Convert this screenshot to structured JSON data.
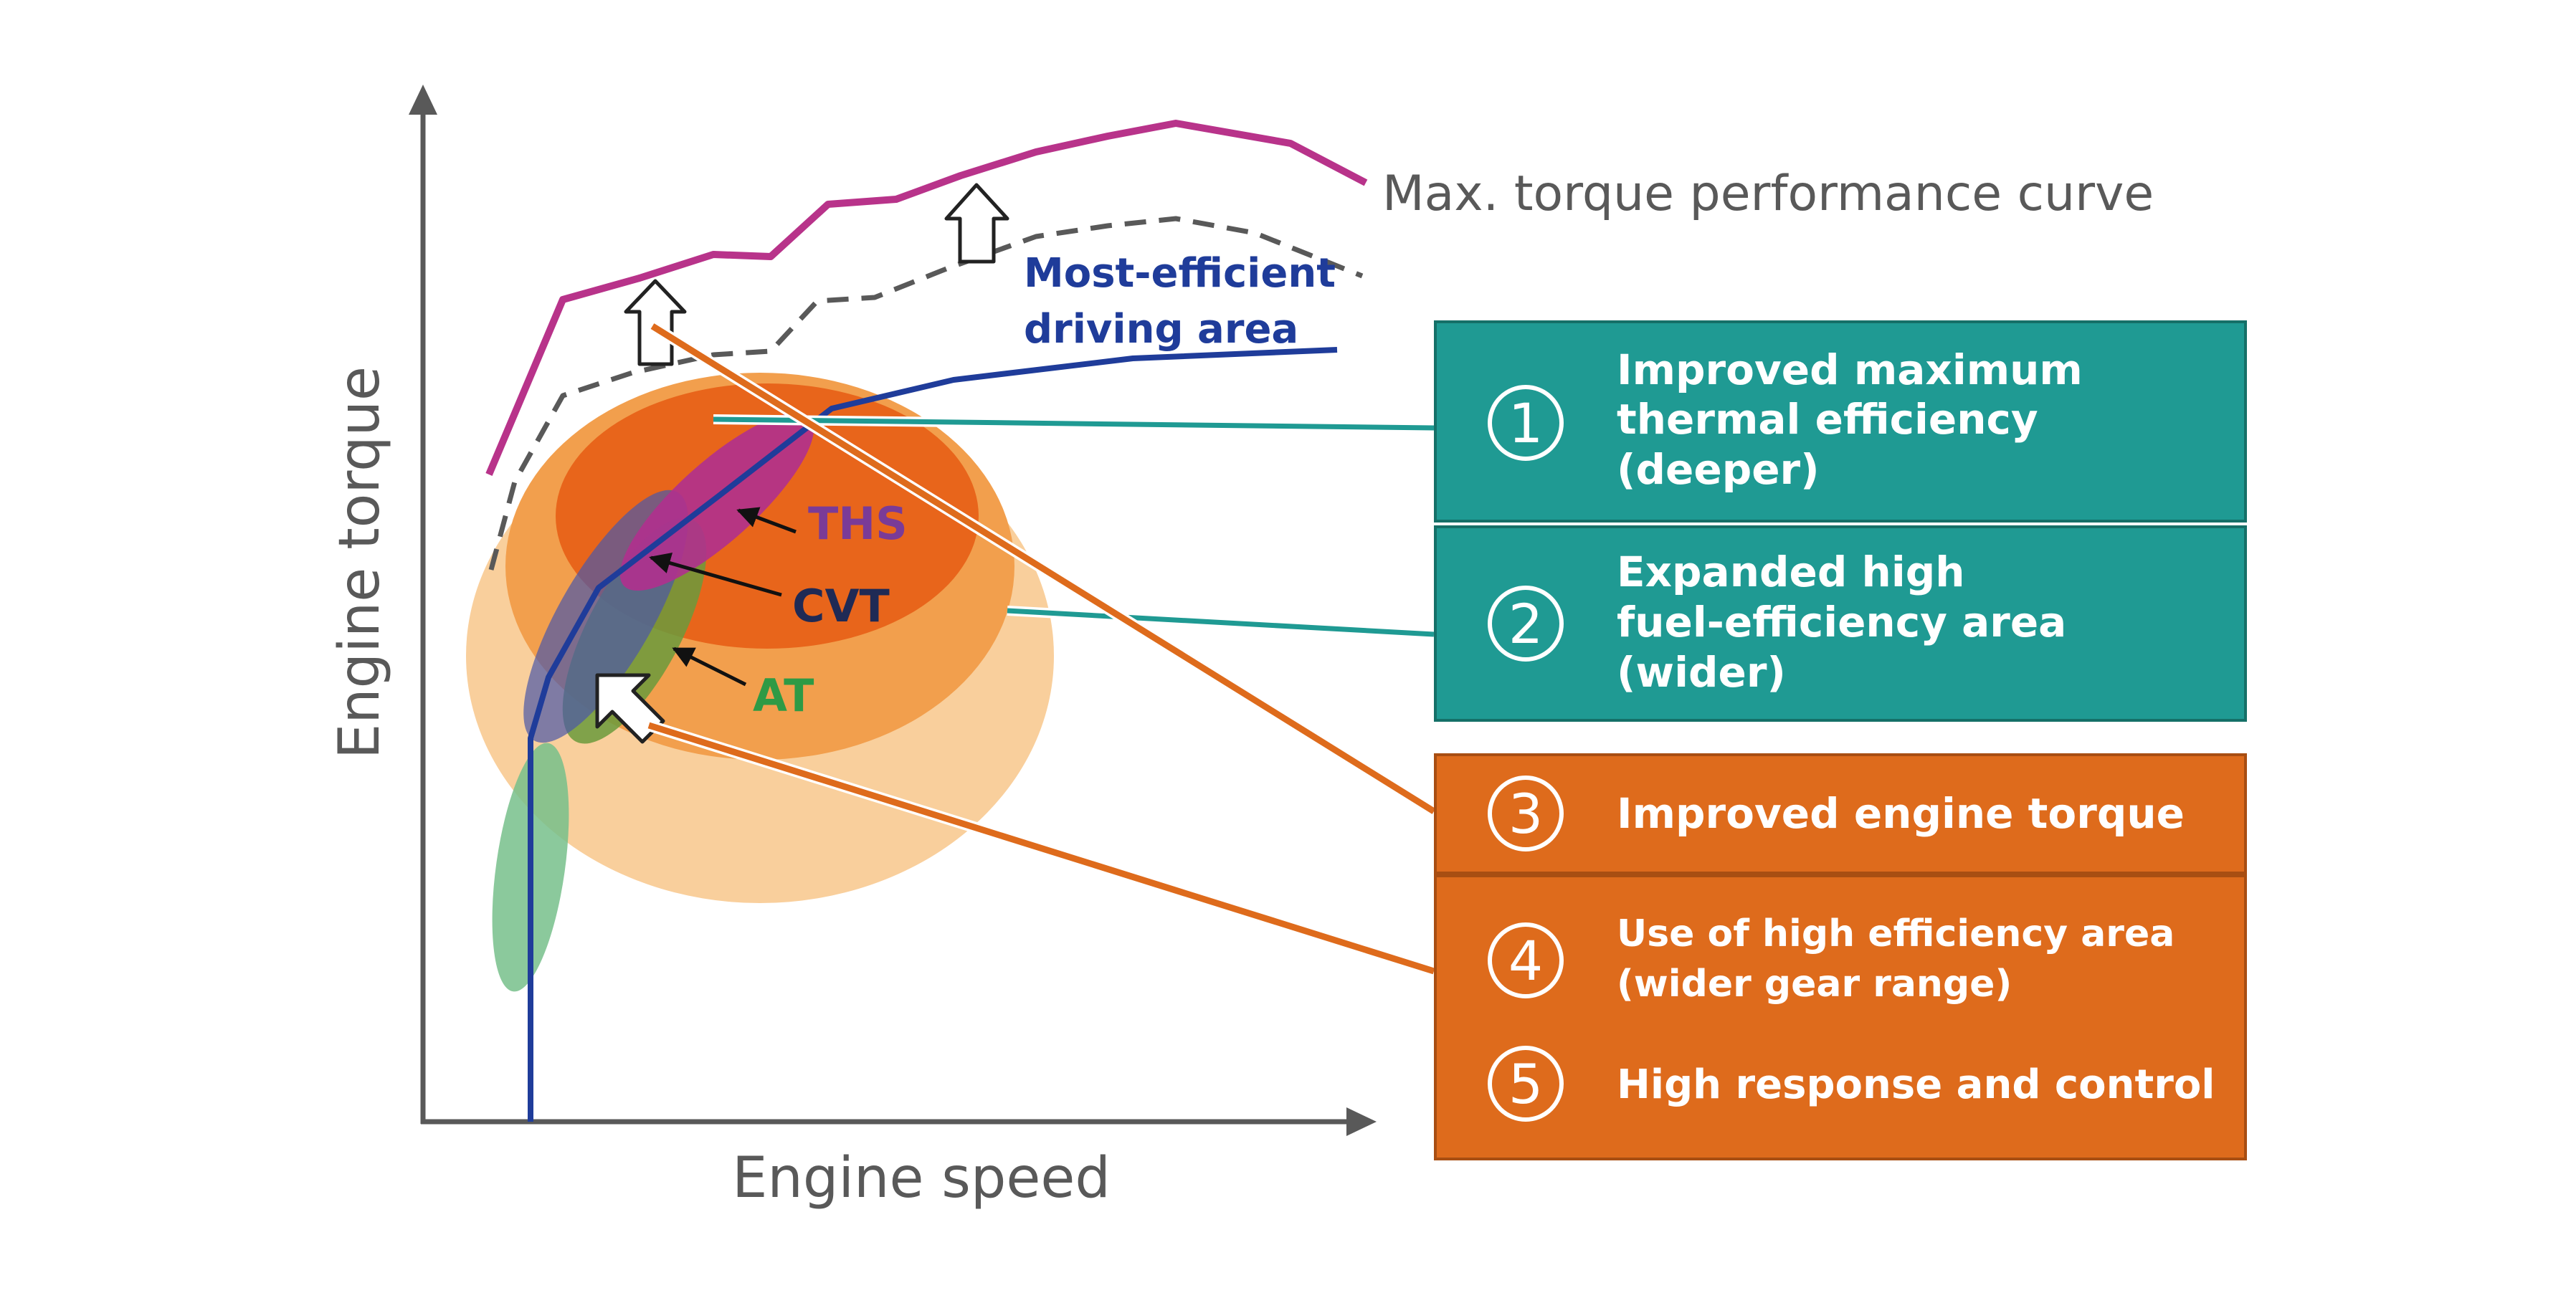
{
  "axes": {
    "x_label": "Engine speed",
    "y_label": "Engine torque"
  },
  "curves": {
    "max_torque_label": "Max. torque performance curve",
    "efficient_area_label_line1": "Most-efficient",
    "efficient_area_label_line2": "driving area"
  },
  "transmissions": {
    "ths": "THS",
    "cvt": "CVT",
    "at": "AT"
  },
  "colors": {
    "magenta": "#b8338a",
    "teal": "#1f9a93",
    "orange": "#de6b1c",
    "blue": "#1f3c9a",
    "ths_purple": "#7a3b97",
    "at_green": "#2e9a45"
  },
  "boxes": [
    {
      "number": "1",
      "lines": [
        "Improved maximum",
        "thermal efficiency",
        "(deeper)"
      ]
    },
    {
      "number": "2",
      "lines": [
        "Expanded high",
        "fuel-efficiency area",
        "(wider)"
      ]
    },
    {
      "number": "3",
      "lines": [
        "Improved engine torque"
      ]
    },
    {
      "number": "4",
      "lines": [
        "Use of high efficiency area",
        " (wider gear range)"
      ]
    },
    {
      "number": "5",
      "lines": [
        "High response and control"
      ]
    }
  ]
}
